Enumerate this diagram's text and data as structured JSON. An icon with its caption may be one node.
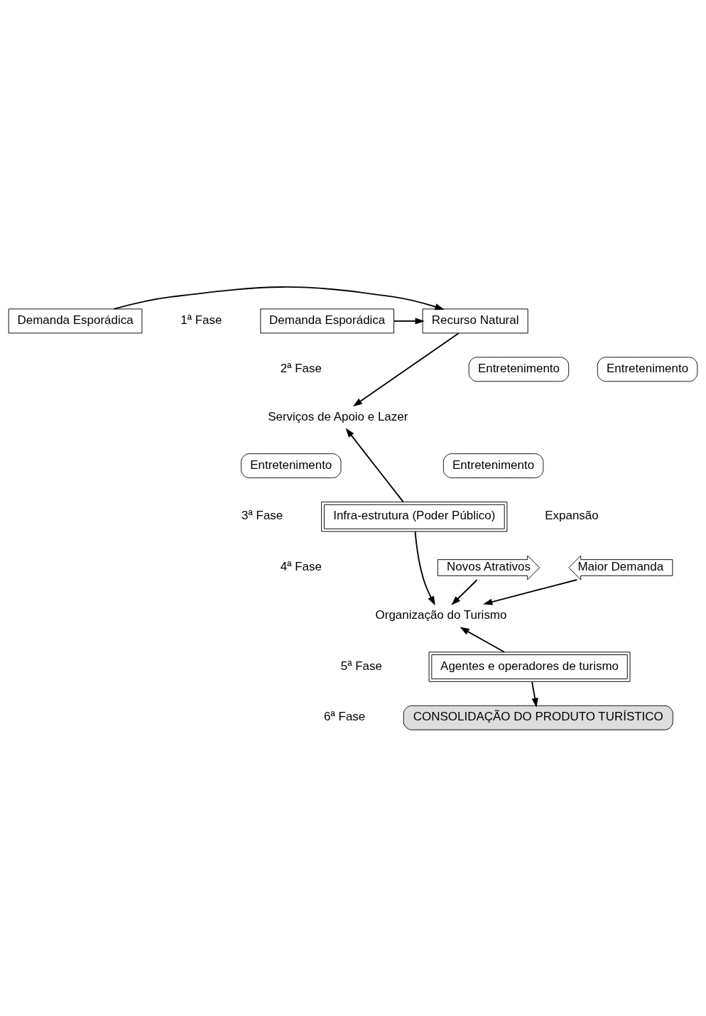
{
  "diagram": {
    "nodes": [
      {
        "text": [
          "Demanda Esporádica"
        ]
      },
      {
        "text": [
          "Recurso Natural"
        ]
      },
      {
        "text": [
          "Demanda Esporádica"
        ]
      },
      {
        "text": [
          "Entretenimento"
        ]
      },
      {
        "text": [
          "Entretenimento"
        ]
      },
      {
        "text": [
          "Serviços de Apoio e Lazer"
        ]
      },
      {
        "text": [
          "Entretenimento"
        ]
      },
      {
        "text": [
          "Entretenimento"
        ]
      },
      {
        "text": [
          "Infra-estrutura (Poder Público)"
        ]
      },
      {
        "text": [
          "Novos Atrativos"
        ]
      },
      {
        "text": [
          "Maior Demanda"
        ]
      },
      {
        "text": [
          "Organização do Turismo"
        ]
      },
      {
        "text": [
          "Agentes e operadores de turismo"
        ]
      },
      {
        "text": [
          "CONSOLIDAÇÃO DO PRODUTO TURÍSTICO"
        ]
      }
    ],
    "edges": [
      {
        "from": 0,
        "to": 1,
        "arrow": "to"
      },
      {
        "from": 2,
        "to": 1,
        "arrow": "to"
      },
      {
        "from": 1,
        "to": 5,
        "arrow": "to"
      },
      {
        "from": 8,
        "to": 5,
        "arrow": "to"
      },
      {
        "from": 8,
        "to": 11,
        "arrow": "to"
      },
      {
        "from": 9,
        "to": 11,
        "arrow": "to"
      },
      {
        "from": 10,
        "to": 11,
        "arrow": "to"
      },
      {
        "from": 12,
        "to": 11,
        "arrow": "to"
      },
      {
        "from": 12,
        "to": 13,
        "arrow": "to"
      }
    ],
    "labels": [
      "1ª Fase",
      "2ª Fase",
      "3ª Fase",
      "Expansão",
      "4ª Fase",
      "5ª Fase",
      "6ª Fase"
    ]
  }
}
